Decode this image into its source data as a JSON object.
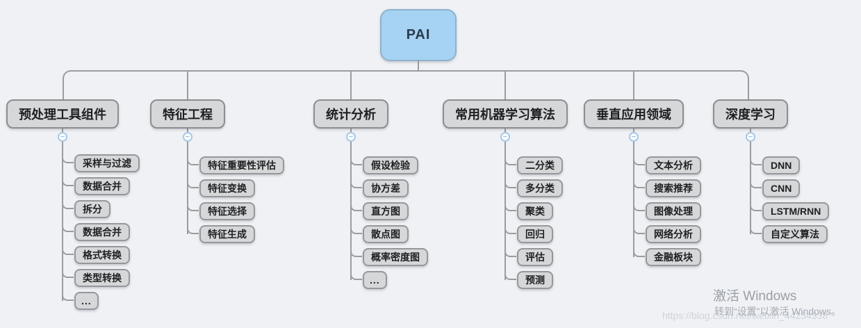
{
  "mindmap": {
    "root": {
      "label": "PAI"
    },
    "icons": {
      "collapse_glyph": "−"
    },
    "branches": [
      {
        "label": "预处理工具组件",
        "children": [
          "采样与过滤",
          "数据合并",
          "拆分",
          "数据合并",
          "格式转换",
          "类型转换",
          "..."
        ]
      },
      {
        "label": "特征工程",
        "children": [
          "特征重要性评估",
          "特征变换",
          "特征选择",
          "特征生成"
        ]
      },
      {
        "label": "统计分析",
        "children": [
          "假设检验",
          "协方差",
          "直方图",
          "散点图",
          "概率密度图",
          "..."
        ]
      },
      {
        "label": "常用机器学习算法",
        "children": [
          "二分类",
          "多分类",
          "聚类",
          "回归",
          "评估",
          "预测"
        ]
      },
      {
        "label": "垂直应用领域",
        "children": [
          "文本分析",
          "搜索推荐",
          "图像处理",
          "网络分析",
          "金融板块"
        ]
      },
      {
        "label": "深度学习",
        "children": [
          "DNN",
          "CNN",
          "LSTM/RNN",
          "自定义算法"
        ]
      }
    ]
  },
  "watermark": {
    "activate_title": "激活 Windows",
    "activate_subtitle": "转到“设置”以激活 Windows。",
    "url": "https://blog.csdn.net/weixin_44254338"
  },
  "colors": {
    "background": "#eff1f4",
    "root_node_fill": "#a6d2f3",
    "root_node_border": "#8fb2cd",
    "node_fill": "#d6d7d9",
    "node_border": "#8b8e91",
    "connector": "#9a9da0",
    "collapse_circle_border": "#a4c8e8"
  }
}
